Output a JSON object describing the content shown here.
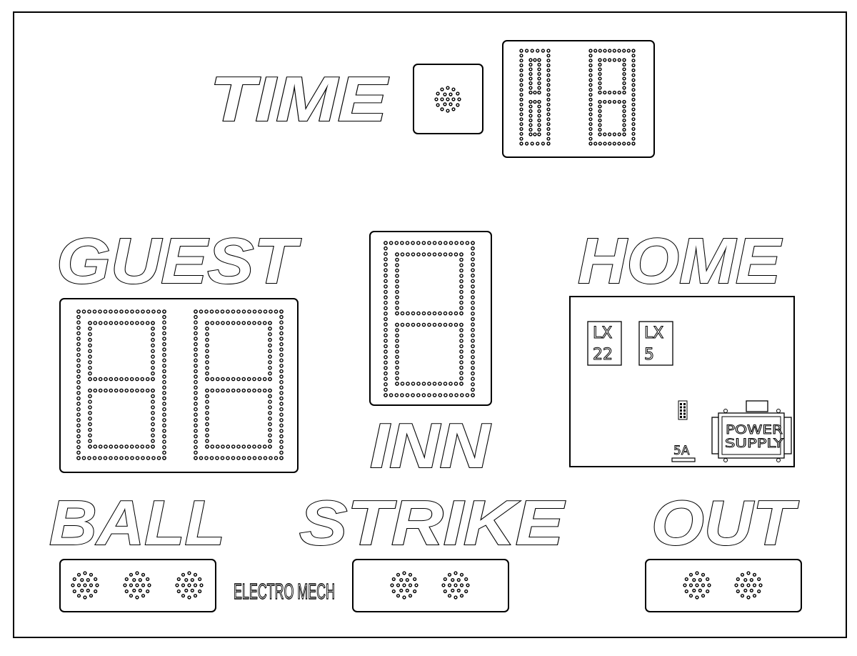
{
  "scoreboard": {
    "time": {
      "label": "TIME",
      "digits": 2
    },
    "guest": {
      "label": "GUEST",
      "digits": 2
    },
    "inning": {
      "label": "INN",
      "digits": 1
    },
    "home": {
      "label": "HOME",
      "controller": {
        "chip_1": [
          "LX",
          "22"
        ],
        "chip_2": [
          "LX",
          "5"
        ],
        "fuse": "5A",
        "power_supply": [
          "POWER",
          "SUPPLY"
        ]
      }
    },
    "ball": {
      "label": "BALL",
      "lamps": 3
    },
    "strike": {
      "label": "STRIKE",
      "lamps": 2
    },
    "out": {
      "label": "OUT",
      "lamps": 2
    },
    "brand": "ELECTRO MECH",
    "colors": {
      "outline": "#000000",
      "background": "#ffffff"
    }
  }
}
